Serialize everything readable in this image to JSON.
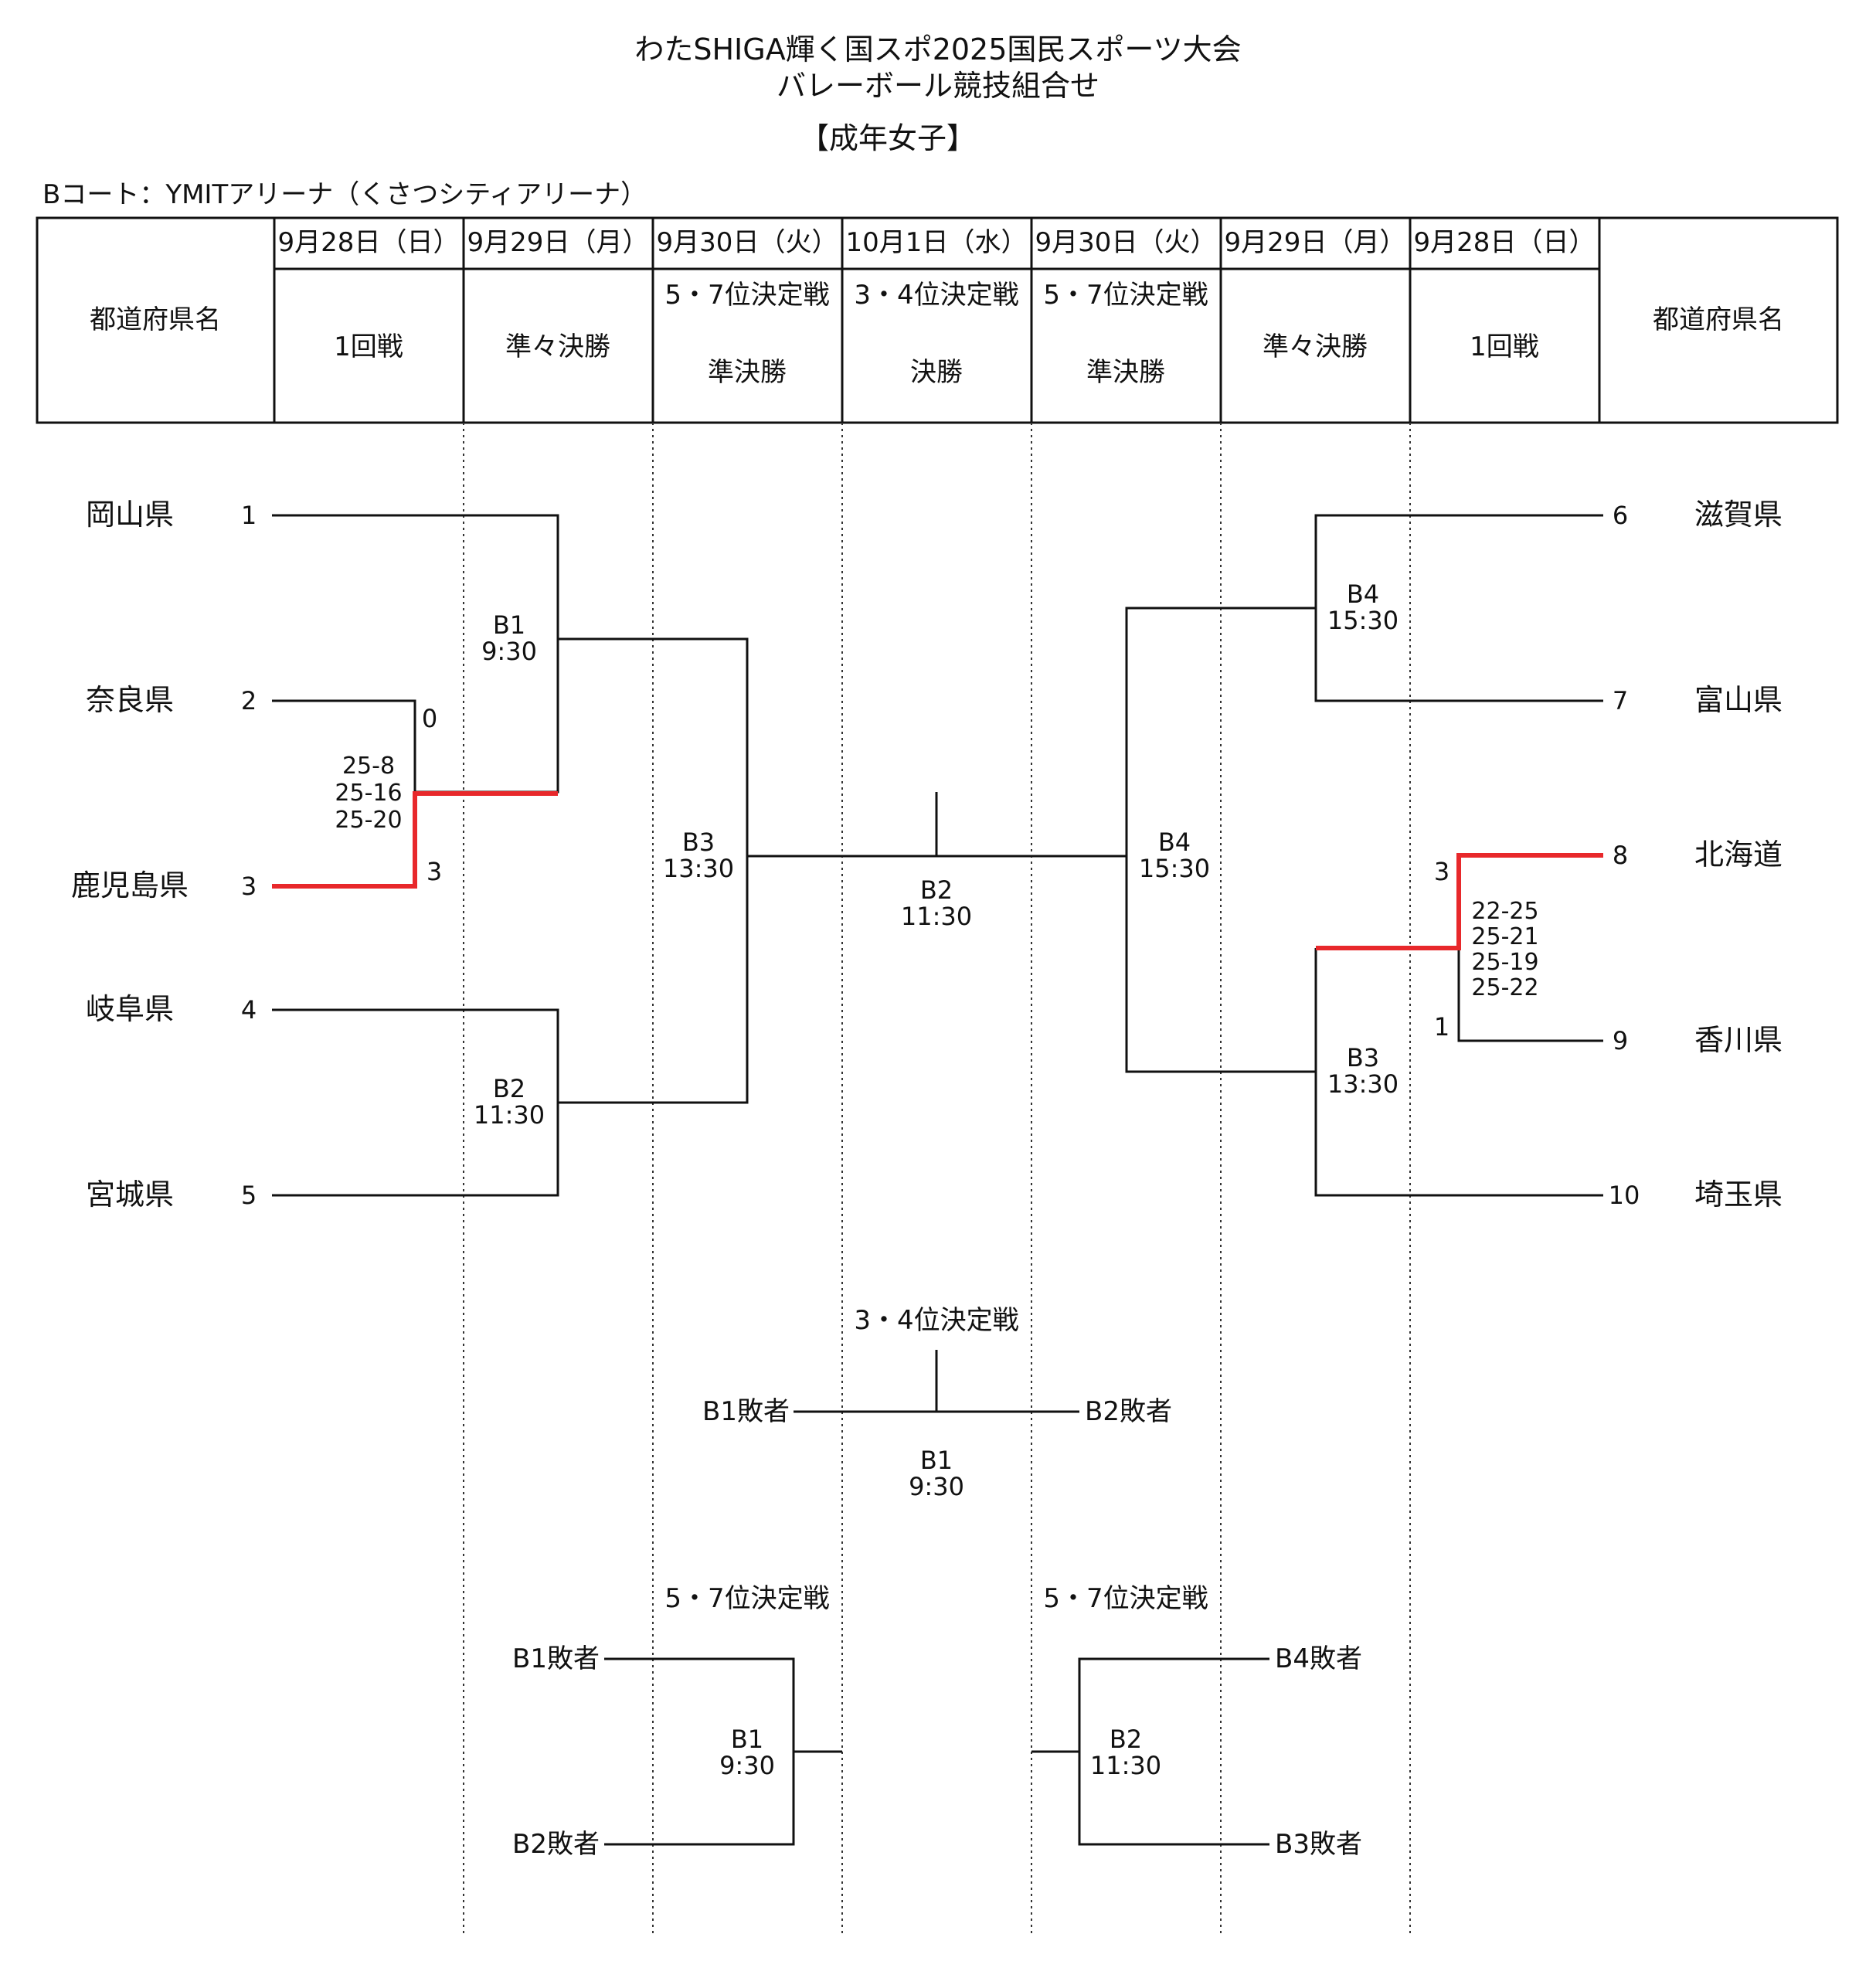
{
  "title": {
    "line1": "わたSHIGA輝く国スポ2025国民スポーツ大会",
    "line2": "バレーボール競技組合せ",
    "category": "【成年女子】"
  },
  "court": "Bコート：YMITアリーナ（くさつシティアリーナ）",
  "header": {
    "pref_label": "都道府県名",
    "dates": [
      "9月28日（日）",
      "9月29日（月）",
      "9月30日（火）",
      "10月1日（水）",
      "9月30日（火）",
      "9月29日（月）",
      "9月28日（日）"
    ],
    "round1": "1回戦",
    "qf": "準々決勝",
    "sf": "準決勝",
    "final": "決勝",
    "place57": "5・7位決定戦",
    "place34": "3・4位決定戦"
  },
  "teams_left": [
    {
      "seed": "1",
      "name": "岡山県"
    },
    {
      "seed": "2",
      "name": "奈良県"
    },
    {
      "seed": "3",
      "name": "鹿児島県"
    },
    {
      "seed": "4",
      "name": "岐阜県"
    },
    {
      "seed": "5",
      "name": "宮城県"
    }
  ],
  "teams_right": [
    {
      "seed": "6",
      "name": "滋賀県"
    },
    {
      "seed": "7",
      "name": "富山県"
    },
    {
      "seed": "8",
      "name": "北海道"
    },
    {
      "seed": "9",
      "name": "香川県"
    },
    {
      "seed": "10",
      "name": "埼玉県"
    }
  ],
  "left_r1": {
    "top_sets": "0",
    "bottom_sets": "3",
    "scores": [
      "25-8",
      "25-16",
      "25-20"
    ]
  },
  "right_r1": {
    "top_sets": "3",
    "bottom_sets": "1",
    "scores": [
      "22-25",
      "25-21",
      "25-19",
      "25-22"
    ]
  },
  "matches": {
    "qf_left_top": {
      "court": "B1",
      "time": "9:30"
    },
    "qf_left_bottom": {
      "court": "B2",
      "time": "11:30"
    },
    "sf_left": {
      "court": "B3",
      "time": "13:30"
    },
    "final": {
      "court": "B2",
      "time": "11:30"
    },
    "sf_right": {
      "court": "B4",
      "time": "15:30"
    },
    "qf_right_top": {
      "court": "B4",
      "time": "15:30"
    },
    "qf_right_bottom": {
      "court": "B3",
      "time": "13:30"
    },
    "third_place": {
      "court": "B1",
      "time": "9:30"
    },
    "place57_left": {
      "court": "B1",
      "time": "9:30"
    },
    "place57_right": {
      "court": "B2",
      "time": "11:30"
    }
  },
  "losers": {
    "b1": "B1敗者",
    "b2": "B2敗者",
    "b3": "B3敗者",
    "b4": "B4敗者"
  },
  "colors": {
    "winner_line": "#e8282b",
    "line": "#111111"
  }
}
